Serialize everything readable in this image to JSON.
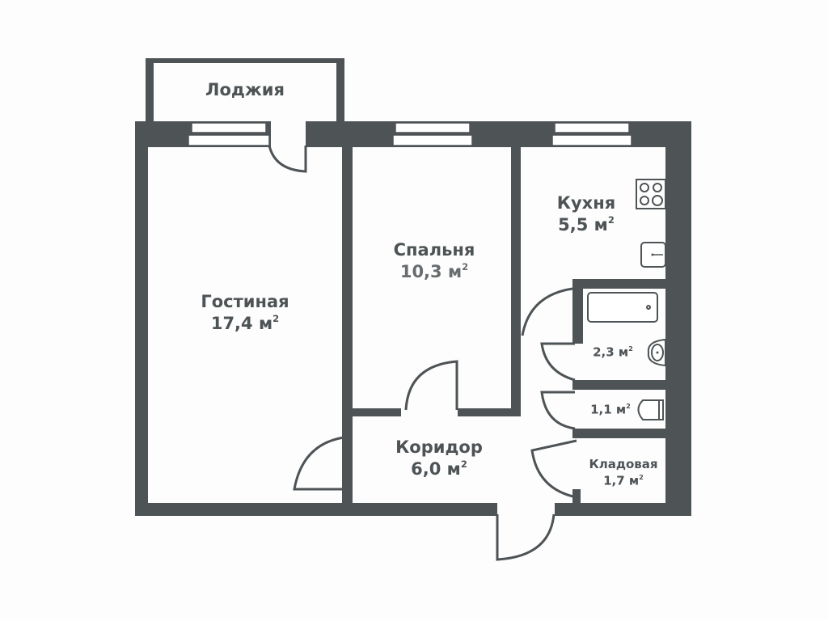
{
  "plan": {
    "colors": {
      "wall": "#4e5356",
      "background": "#fdfdfd"
    },
    "unit": "м",
    "rooms": [
      {
        "id": "loggia",
        "name": "Лоджия",
        "area": ""
      },
      {
        "id": "living",
        "name": "Гостиная",
        "area": "17,4 м"
      },
      {
        "id": "bedroom",
        "name": "Спальня",
        "area": "10,3 м"
      },
      {
        "id": "kitchen",
        "name": "Кухня",
        "area": "5,5 м"
      },
      {
        "id": "bathroom",
        "name": "",
        "area": "2,3 м"
      },
      {
        "id": "wc",
        "name": "",
        "area": "1,1 м"
      },
      {
        "id": "corridor",
        "name": "Коридор",
        "area": "6,0 м"
      },
      {
        "id": "storage",
        "name": "Кладовая",
        "area": "1,7 м"
      }
    ],
    "superscript": "2",
    "fixtures": [
      "stove-icon",
      "sink-icon",
      "bathtub-icon",
      "washbasin-icon",
      "toilet-icon"
    ]
  }
}
